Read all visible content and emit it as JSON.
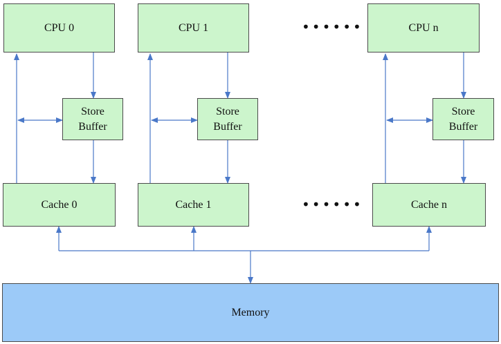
{
  "cpus": [
    {
      "cpu_label": "CPU 0",
      "buffer_line1": "Store",
      "buffer_line2": "Buffer",
      "cache_label": "Cache 0"
    },
    {
      "cpu_label": "CPU 1",
      "buffer_line1": "Store",
      "buffer_line2": "Buffer",
      "cache_label": "Cache 1"
    },
    {
      "cpu_label": "CPU n",
      "buffer_line1": "Store",
      "buffer_line2": "Buffer",
      "cache_label": "Cache n"
    }
  ],
  "ellipsis_top": "••••••",
  "ellipsis_bottom": "••••••",
  "memory_label": "Memory",
  "colors": {
    "node_fill": "#ccf5cc",
    "memory_fill": "#9ccaf8",
    "connector": "#4a78c8",
    "border": "#4a4a4a"
  }
}
